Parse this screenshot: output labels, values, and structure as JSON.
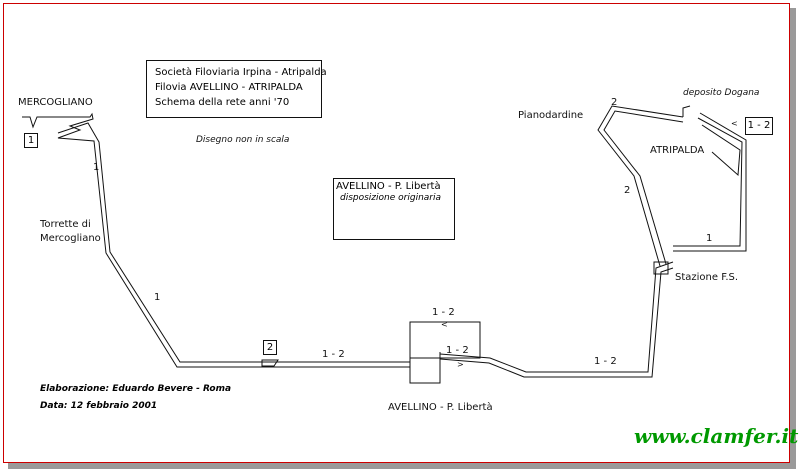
{
  "title_box": {
    "line1": "Società Filoviaria Irpina - Atripalda",
    "line2": "Filovia AVELLINO - ATRIPALDA",
    "line3": "Schema della rete anni '70"
  },
  "note": "Disegno non in scala",
  "inset": {
    "title": "AVELLINO - P. Libertà",
    "subtitle": "disposizione originaria"
  },
  "places": {
    "mercogliano": "MERCOGLIANO",
    "torrette_line1": "Torrette di",
    "torrette_line2": "Mercogliano",
    "pianodardine": "Pianodardine",
    "deposito": "deposito Dogana",
    "atripalda": "ATRIPALDA",
    "stazione": "Stazione F.S.",
    "avellino": "AVELLINO - P. Libertà"
  },
  "route_labels": {
    "r_mercogliano_upper": "1",
    "r_mercogliano_lower": "1",
    "r_piazza_west": "1 - 2",
    "r_piazza_box": "1 - 2",
    "r_piazza_inner": "1 - 2",
    "r_to_stazione": "1 - 2",
    "r_pianodardine_top": "2",
    "r_pianodardine_side": "2",
    "r_stazione_east": "1"
  },
  "terminus_boxes": {
    "mercogliano": "1",
    "torrette": "2",
    "atripalda": "1 - 2"
  },
  "direction_marks": {
    "piazza_box": "<",
    "piazza_inner": ">",
    "atripalda": "<"
  },
  "credit": {
    "line1": "Elaborazione: Eduardo Bevere - Roma",
    "line2": "Data: 12 febbraio 2001"
  },
  "website": "www.clamfer.it",
  "colors": {
    "frame": "#cc0000",
    "shadow": "#9a9a9a",
    "website": "#009900",
    "line": "#111111"
  }
}
